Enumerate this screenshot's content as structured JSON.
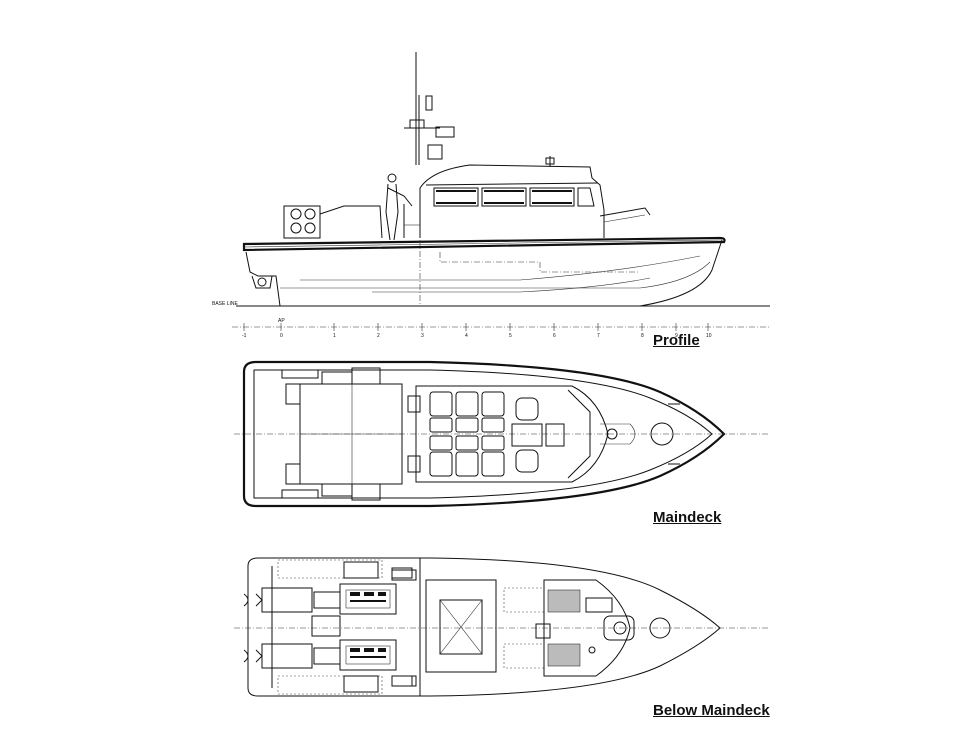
{
  "labels": {
    "profile": "Profile",
    "maindeck": "Maindeck",
    "below_maindeck": "Below Maindeck"
  },
  "annotations": {
    "base_line": "BASE LINE",
    "aft_perpendicular": "AP",
    "frame_numbers": [
      "-1",
      "0",
      "1",
      "2",
      "3",
      "4",
      "5",
      "6",
      "7",
      "8",
      "9",
      "10"
    ]
  }
}
